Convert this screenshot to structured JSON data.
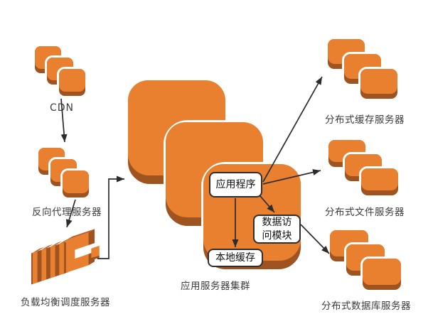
{
  "palette": {
    "orange": "#E8802F",
    "orange_mid": "#C06020",
    "shadow": "#9E5320",
    "line": "#2C2C2C",
    "label": "#3C3C3C",
    "box_border": "#2E2E2E",
    "box_bg": "#FFFFFF",
    "bg": "#FFFFFF"
  },
  "nodes": {
    "cdn": {
      "label": "CDN"
    },
    "reverse_proxy": {
      "label": "反向代理服务器"
    },
    "load_balancer": {
      "label": "负载均衡调度服务器"
    },
    "app_cluster": {
      "label": "应用服务器集群"
    },
    "app_program": {
      "label": "应用程序"
    },
    "data_access_module": {
      "label": "数据访问模块"
    },
    "local_cache": {
      "label": "本地缓存"
    },
    "distributed_cache": {
      "label": "分布式缓存服务器"
    },
    "distributed_file": {
      "label": "分布式文件服务器"
    },
    "distributed_db": {
      "label": "分布式数据库服务器"
    }
  },
  "edges": [
    {
      "from": "cdn",
      "to": "reverse_proxy"
    },
    {
      "from": "reverse_proxy",
      "to": "load_balancer"
    },
    {
      "from": "load_balancer",
      "to": "app_cluster"
    },
    {
      "from": "app_program",
      "to": "local_cache"
    },
    {
      "from": "app_program",
      "to": "data_access_module"
    },
    {
      "from": "app_program",
      "to": "distributed_cache"
    },
    {
      "from": "app_program",
      "to": "distributed_file"
    },
    {
      "from": "data_access_module",
      "to": "distributed_db"
    }
  ]
}
